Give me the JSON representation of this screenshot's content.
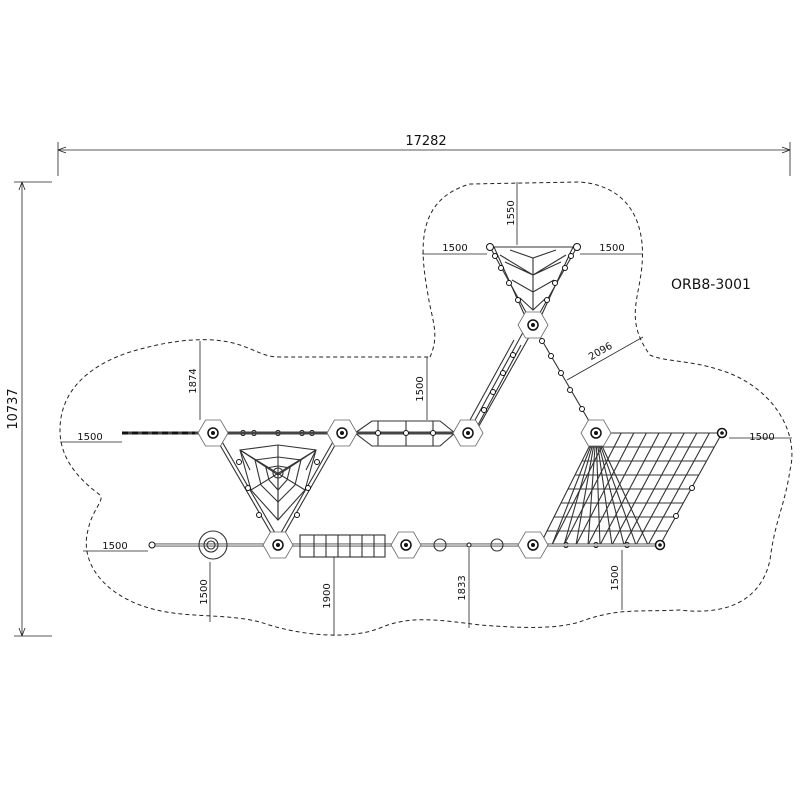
{
  "drawing": {
    "model_code": "ORB8-3001",
    "overall_width": "17282",
    "overall_depth": "10737",
    "dimensions": {
      "top_clearance": "1550",
      "top_left_clearance": "1500",
      "top_right_clearance": "1500",
      "diagonal_clearance": "2096",
      "upper_left_clearance": "1874",
      "bridge_clearance": "1500",
      "left_rail_clearance": "1500",
      "right_net_clearance": "1500",
      "lower_left_clearance": "1500",
      "lower_bottom_clearance_a": "1500",
      "ladder_bottom_clearance": "1900",
      "middle_bottom_clearance": "1833",
      "right_bottom_clearance": "1500"
    }
  }
}
